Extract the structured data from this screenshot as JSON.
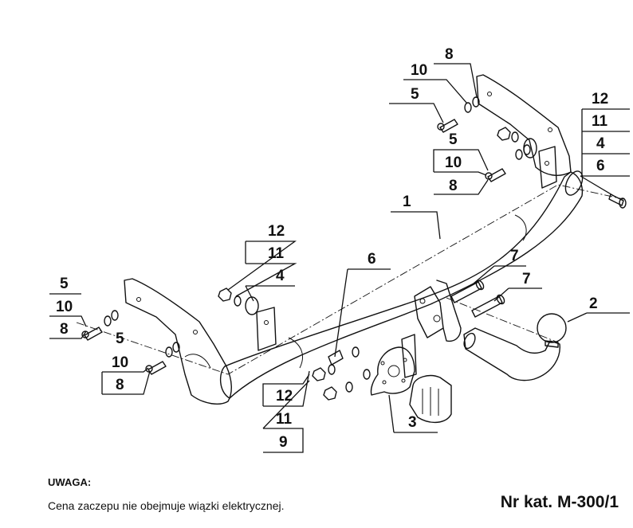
{
  "callouts": {
    "p1": "1",
    "p2": "2",
    "p3": "3",
    "p4_left": "4",
    "p4_right": "4",
    "p5_top": "5",
    "p5_right_mid": "5",
    "p5_left_top": "5",
    "p5_left_bottom": "5",
    "p6_center": "6",
    "p6_right": "6",
    "p7_upper": "7",
    "p7_lower": "7",
    "p8_top": "8",
    "p8_right_mid": "8",
    "p8_left_top": "8",
    "p8_left_bottom": "8",
    "p9": "9",
    "p10_top": "10",
    "p10_right_mid": "10",
    "p10_left_top": "10",
    "p10_left_bottom": "10",
    "p11_left": "11",
    "p11_right": "11",
    "p11_bottom": "11",
    "p12_left": "12",
    "p12_right": "12",
    "p12_bottom": "12"
  },
  "note": {
    "title": "UWAGA:",
    "text": "Cena zaczepu nie obejmuje wiązki elektrycznej."
  },
  "catalog_number": "Nr kat. M-300/1"
}
